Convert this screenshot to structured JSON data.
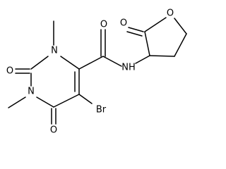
{
  "molecule": {
    "atom_labels": {
      "o_pyrimidine_c2": "O",
      "o_pyrimidine_c6": "O",
      "o_amide": "O",
      "o_lactone_carbonyl": "O",
      "o_lactone_ring": "O",
      "n_pyrimidine_1": "N",
      "n_pyrimidine_3": "N",
      "n_amide": "NH",
      "bromine": "Br"
    }
  }
}
